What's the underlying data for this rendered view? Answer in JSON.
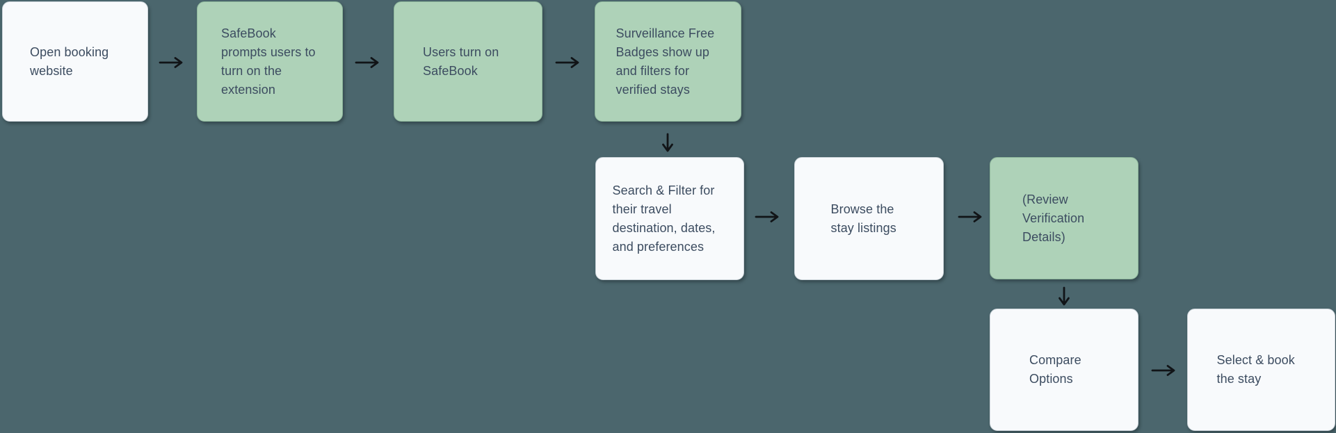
{
  "palette": {
    "background": "#4b666d",
    "node_green_fill": "#aed2b8",
    "node_green_border": "#8db69b",
    "node_white_fill": "#f8fafc",
    "node_white_border": "#ccd4da",
    "text": "#3c4c60",
    "arrow": "#111417"
  },
  "nodes": [
    {
      "id": "open-booking-website",
      "label": "Open booking website",
      "variant": "white"
    },
    {
      "id": "safebook-prompts-extension",
      "label": "SafeBook prompts users to turn on the extension",
      "variant": "green"
    },
    {
      "id": "users-turn-on-safebook",
      "label": "Users turn on SafeBook",
      "variant": "green"
    },
    {
      "id": "surveillance-free-badges",
      "label": "Surveillance Free Badges show up and filters for verified stays",
      "variant": "green"
    },
    {
      "id": "search-and-filter",
      "label": "Search & Filter for their travel destination, dates, and preferences",
      "variant": "white"
    },
    {
      "id": "browse-stay-listings",
      "label": "Browse the stay listings",
      "variant": "white"
    },
    {
      "id": "review-verification-details",
      "label": "(Review Verification Details)",
      "variant": "green"
    },
    {
      "id": "compare-options",
      "label": "Compare Options",
      "variant": "white"
    },
    {
      "id": "select-and-book-stay",
      "label": "Select & book the stay",
      "variant": "white"
    }
  ],
  "connectors": [
    {
      "from": "open-booking-website",
      "to": "safebook-prompts-extension",
      "direction": "right"
    },
    {
      "from": "safebook-prompts-extension",
      "to": "users-turn-on-safebook",
      "direction": "right"
    },
    {
      "from": "users-turn-on-safebook",
      "to": "surveillance-free-badges",
      "direction": "right"
    },
    {
      "from": "surveillance-free-badges",
      "to": "search-and-filter",
      "direction": "down"
    },
    {
      "from": "search-and-filter",
      "to": "browse-stay-listings",
      "direction": "right"
    },
    {
      "from": "browse-stay-listings",
      "to": "review-verification-details",
      "direction": "right"
    },
    {
      "from": "review-verification-details",
      "to": "compare-options",
      "direction": "down"
    },
    {
      "from": "compare-options",
      "to": "select-and-book-stay",
      "direction": "right"
    }
  ]
}
